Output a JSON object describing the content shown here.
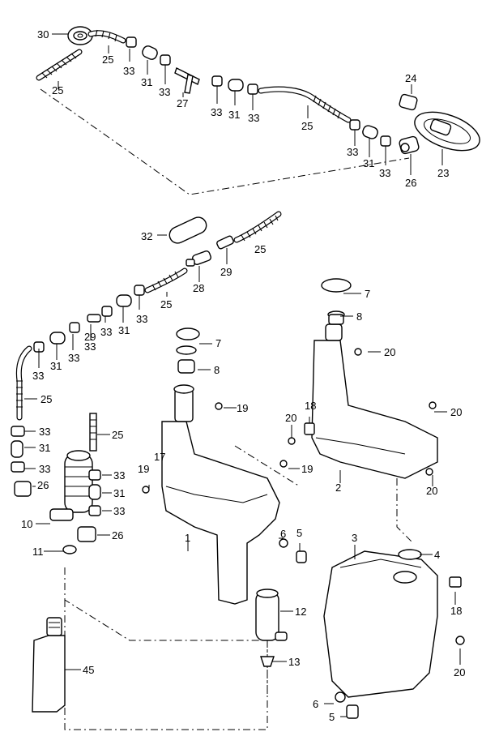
{
  "diagram": {
    "labels": [
      "30",
      "25",
      "33",
      "31",
      "33",
      "27",
      "33",
      "31",
      "33",
      "25",
      "24",
      "33",
      "31",
      "33",
      "26",
      "23",
      "25",
      "32",
      "29",
      "25",
      "28",
      "25",
      "7",
      "33",
      "31",
      "33",
      "33",
      "29",
      "33",
      "31",
      "33",
      "7",
      "8",
      "25",
      "20",
      "8",
      "19",
      "18",
      "20",
      "20",
      "33",
      "25",
      "31",
      "33",
      "26",
      "33",
      "31",
      "33",
      "19",
      "17",
      "19",
      "2",
      "20",
      "10",
      "26",
      "1",
      "6",
      "5",
      "4",
      "3",
      "11",
      "12",
      "18",
      "45",
      "13",
      "20",
      "6",
      "5"
    ]
  }
}
